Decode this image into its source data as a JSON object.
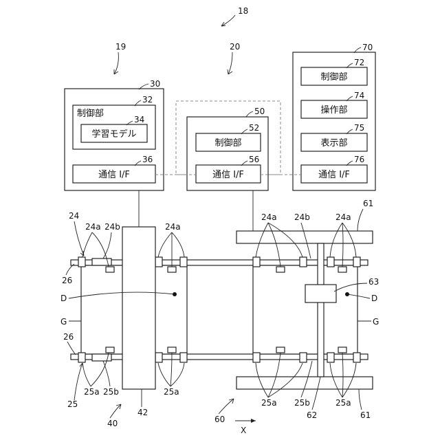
{
  "refs": {
    "r18": "18",
    "r19": "19",
    "r20": "20",
    "r70": "70",
    "r30": "30",
    "r32": "32",
    "r34": "34",
    "r36": "36",
    "r50": "50",
    "r52": "52",
    "r56": "56",
    "r72": "72",
    "r74": "74",
    "r75": "75",
    "r76": "76",
    "r24": "24",
    "r24a": "24a",
    "r24b": "24b",
    "r26": "26",
    "r25": "25",
    "r25a": "25a",
    "r25b": "25b",
    "r40": "40",
    "r42": "42",
    "r60": "60",
    "r61": "61",
    "r62": "62",
    "r63": "63",
    "rD": "D",
    "rG": "G",
    "rX": "X"
  },
  "labels": {
    "control_unit": "制御部",
    "learning_model": "学習モデル",
    "comm_if": "通信 I/F",
    "operation_unit": "操作部",
    "display_unit": "表示部"
  }
}
